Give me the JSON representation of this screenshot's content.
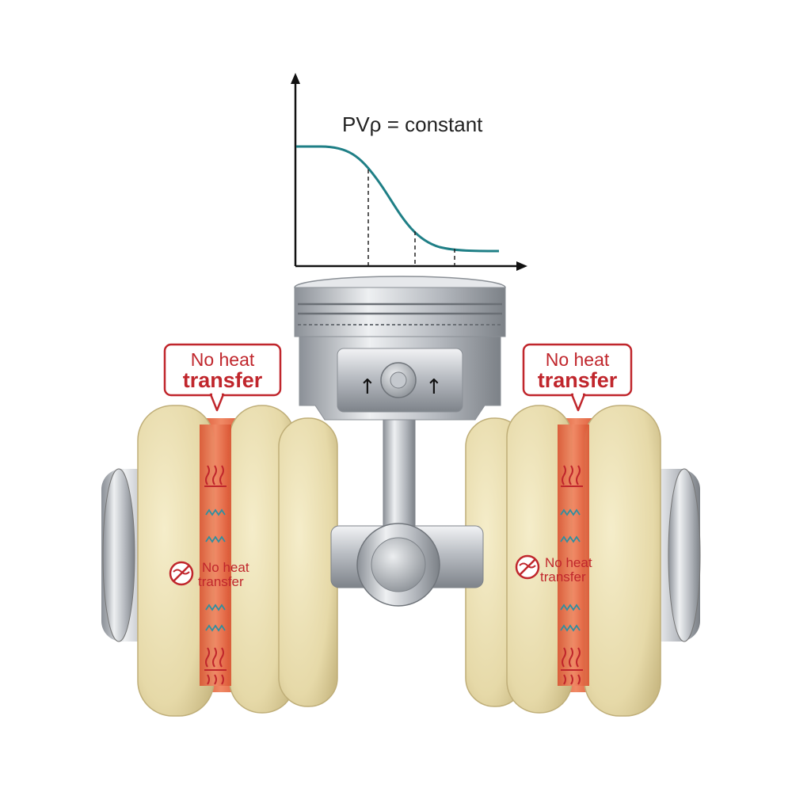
{
  "graph": {
    "equation": "PVρ = constant",
    "curve_color": "#1f7f86"
  },
  "callouts": {
    "left": {
      "line1": "No heat",
      "line2": "transfer"
    },
    "right": {
      "line1": "No heat",
      "line2": "transfer"
    }
  },
  "inline_labels": {
    "left": {
      "line1": "No heat",
      "line2": "transfer"
    },
    "right": {
      "line1": "No heat",
      "line2": "transfer"
    }
  },
  "piston_arrows": {
    "left": "↑",
    "right": "↑"
  },
  "colors": {
    "insulation": "#ece2b6",
    "heat_band": "#e66a4a",
    "warning_red": "#c0262c",
    "metal": "#a9adb3",
    "squiggle": "#2f8fa0"
  }
}
